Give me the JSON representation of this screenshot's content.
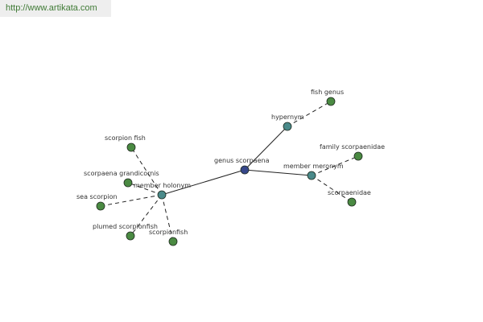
{
  "site": {
    "url": "http://www.artikata.com"
  },
  "colors": {
    "center": "#36478a",
    "relation": "#4a8a8a",
    "leaf": "#4a8a42",
    "stroke": "#1f2a1f",
    "edge": "#222222"
  },
  "graph": {
    "center": {
      "id": "center",
      "label": "genus scorpaena"
    },
    "relations": [
      {
        "id": "hypernym",
        "label": "hypernym"
      },
      {
        "id": "meronym",
        "label": "member meronym"
      },
      {
        "id": "holonym",
        "label": "member holonym"
      }
    ],
    "leaves": [
      {
        "id": "fish-genus",
        "label": "fish genus",
        "parent": "hypernym"
      },
      {
        "id": "family-scorpaenidae",
        "label": "family scorpaenidae",
        "parent": "meronym"
      },
      {
        "id": "scorpaenidae",
        "label": "scorpaenidae",
        "parent": "meronym"
      },
      {
        "id": "scorpion-fish",
        "label": "scorpion fish",
        "parent": "holonym"
      },
      {
        "id": "scorpaena-grandicornis",
        "label": "scorpaena grandicornis",
        "parent": "holonym"
      },
      {
        "id": "sea-scorpion",
        "label": "sea scorpion",
        "parent": "holonym"
      },
      {
        "id": "plumed-scorpionfish",
        "label": "plumed scorpionfish",
        "parent": "holonym"
      },
      {
        "id": "scorpionfish",
        "label": "scorpionfish",
        "parent": "holonym"
      }
    ]
  }
}
